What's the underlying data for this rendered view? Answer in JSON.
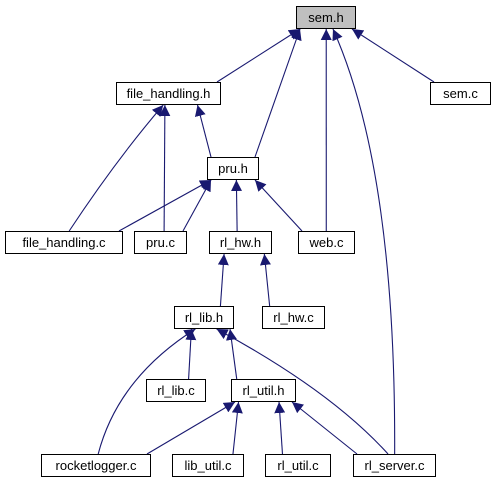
{
  "graph": {
    "nodes": [
      {
        "id": "sem_h",
        "label": "sem.h",
        "highlight": true
      },
      {
        "id": "file_handling_h",
        "label": "file_handling.h"
      },
      {
        "id": "sem_c",
        "label": "sem.c"
      },
      {
        "id": "pru_h",
        "label": "pru.h"
      },
      {
        "id": "file_handling_c",
        "label": "file_handling.c"
      },
      {
        "id": "pru_c",
        "label": "pru.c"
      },
      {
        "id": "rl_hw_h",
        "label": "rl_hw.h"
      },
      {
        "id": "web_c",
        "label": "web.c"
      },
      {
        "id": "rl_lib_h",
        "label": "rl_lib.h"
      },
      {
        "id": "rl_hw_c",
        "label": "rl_hw.c"
      },
      {
        "id": "rl_lib_c",
        "label": "rl_lib.c"
      },
      {
        "id": "rl_util_h",
        "label": "rl_util.h"
      },
      {
        "id": "rocketlogger_c",
        "label": "rocketlogger.c"
      },
      {
        "id": "lib_util_c",
        "label": "lib_util.c"
      },
      {
        "id": "rl_util_c",
        "label": "rl_util.c"
      },
      {
        "id": "rl_server_c",
        "label": "rl_server.c"
      }
    ],
    "edges": [
      {
        "from": "file_handling_h",
        "to": "sem_h"
      },
      {
        "from": "sem_c",
        "to": "sem_h"
      },
      {
        "from": "pru_h",
        "to": "sem_h"
      },
      {
        "from": "web_c",
        "to": "sem_h"
      },
      {
        "from": "rl_server_c",
        "to": "sem_h"
      },
      {
        "from": "pru_h",
        "to": "file_handling_h"
      },
      {
        "from": "file_handling_c",
        "to": "file_handling_h"
      },
      {
        "from": "pru_c",
        "to": "file_handling_h"
      },
      {
        "from": "file_handling_c",
        "to": "pru_h"
      },
      {
        "from": "pru_c",
        "to": "pru_h"
      },
      {
        "from": "rl_hw_h",
        "to": "pru_h"
      },
      {
        "from": "web_c",
        "to": "pru_h"
      },
      {
        "from": "rl_lib_h",
        "to": "rl_hw_h"
      },
      {
        "from": "rl_hw_c",
        "to": "rl_hw_h"
      },
      {
        "from": "rl_lib_c",
        "to": "rl_lib_h"
      },
      {
        "from": "rl_util_h",
        "to": "rl_lib_h"
      },
      {
        "from": "rocketlogger_c",
        "to": "rl_lib_h"
      },
      {
        "from": "rl_server_c",
        "to": "rl_lib_h"
      },
      {
        "from": "rocketlogger_c",
        "to": "rl_util_h"
      },
      {
        "from": "lib_util_c",
        "to": "rl_util_h"
      },
      {
        "from": "rl_util_c",
        "to": "rl_util_h"
      },
      {
        "from": "rl_server_c",
        "to": "rl_util_h"
      }
    ],
    "colors": {
      "edge": "#191970",
      "node_border": "#000000",
      "highlight_fill": "#bfbfbf"
    }
  }
}
